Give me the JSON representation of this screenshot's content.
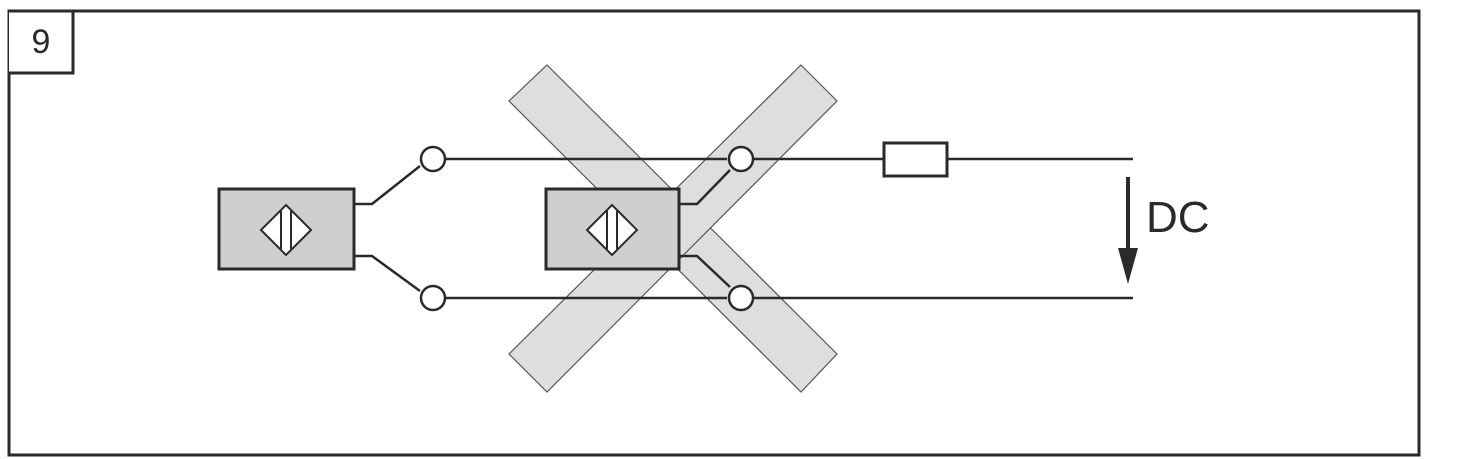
{
  "figure": {
    "number": "9",
    "voltage_label": "DC"
  },
  "colors": {
    "line": "#2a2a2a",
    "sensor_fill": "#cfcfcf",
    "cross_fill": "#dedede",
    "cross_stroke": "#555555",
    "background": "#ffffff"
  },
  "components": {
    "sensors": [
      "inductive-sensor-1",
      "inductive-sensor-2"
    ],
    "load": "resistor",
    "terminals": 4,
    "indicator": "prohibited-cross"
  }
}
